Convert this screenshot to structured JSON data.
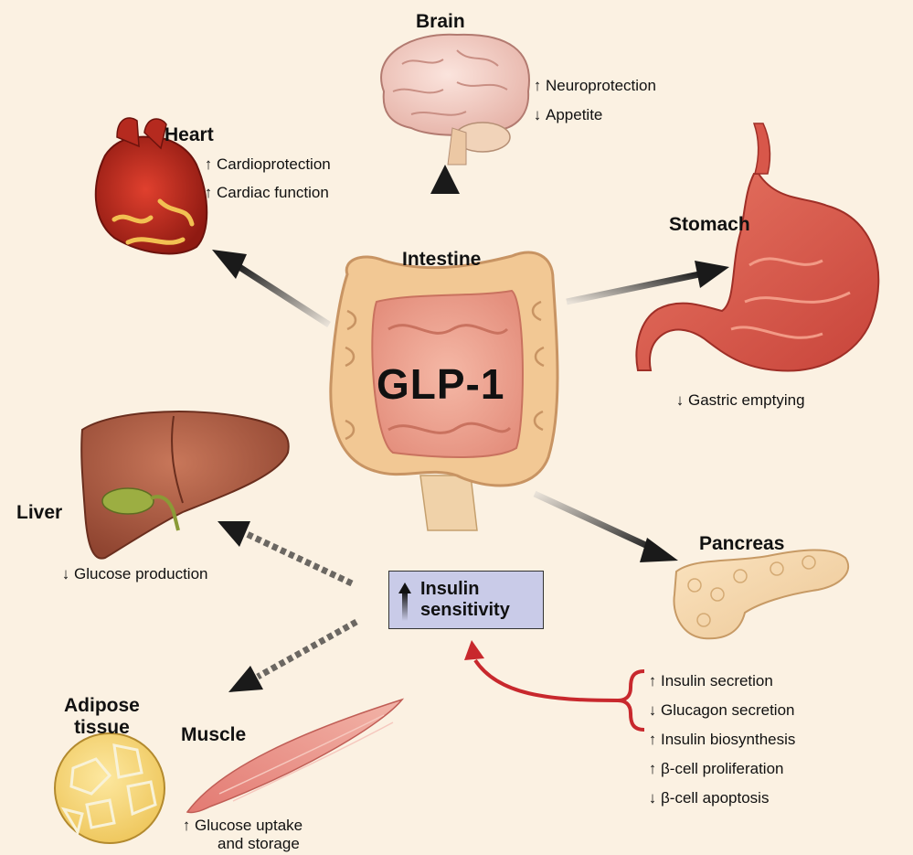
{
  "center_label": "GLP-1",
  "organs": {
    "brain": {
      "label": "Brain",
      "effects": [
        {
          "arrow": "up",
          "text": "Neuroprotection"
        },
        {
          "arrow": "down",
          "text": "Appetite"
        }
      ]
    },
    "heart": {
      "label": "Heart",
      "effects": [
        {
          "arrow": "up",
          "text": "Cardioprotection"
        },
        {
          "arrow": "up",
          "text": "Cardiac function"
        }
      ]
    },
    "intestine": {
      "label": "Intestine"
    },
    "stomach": {
      "label": "Stomach",
      "effects": [
        {
          "arrow": "down",
          "text": "Gastric emptying"
        }
      ]
    },
    "liver": {
      "label": "Liver",
      "effects": [
        {
          "arrow": "down",
          "text": "Glucose production"
        }
      ]
    },
    "pancreas": {
      "label": "Pancreas",
      "effects": [
        {
          "arrow": "up",
          "text": "Insulin secretion"
        },
        {
          "arrow": "down",
          "text": "Glucagon secretion"
        },
        {
          "arrow": "up",
          "text": "Insulin biosynthesis"
        },
        {
          "arrow": "up",
          "text": "β-cell proliferation"
        },
        {
          "arrow": "down",
          "text": "β-cell apoptosis"
        }
      ]
    },
    "adipose": {
      "label_line1": "Adipose",
      "label_line2": "tissue"
    },
    "muscle": {
      "label": "Muscle",
      "effects": [
        {
          "arrow": "up",
          "text_line1": "Glucose uptake",
          "text_line2": "and storage"
        }
      ]
    }
  },
  "insulin_box": {
    "arrow": "up",
    "line1": "Insulin",
    "line2": "sensitivity"
  },
  "glyphs": {
    "up": "↑",
    "down": "↓"
  },
  "colors": {
    "background": "#fbf1e2",
    "feedback_arrow": "#c8282d",
    "insulin_box": "#c9cbe8"
  }
}
